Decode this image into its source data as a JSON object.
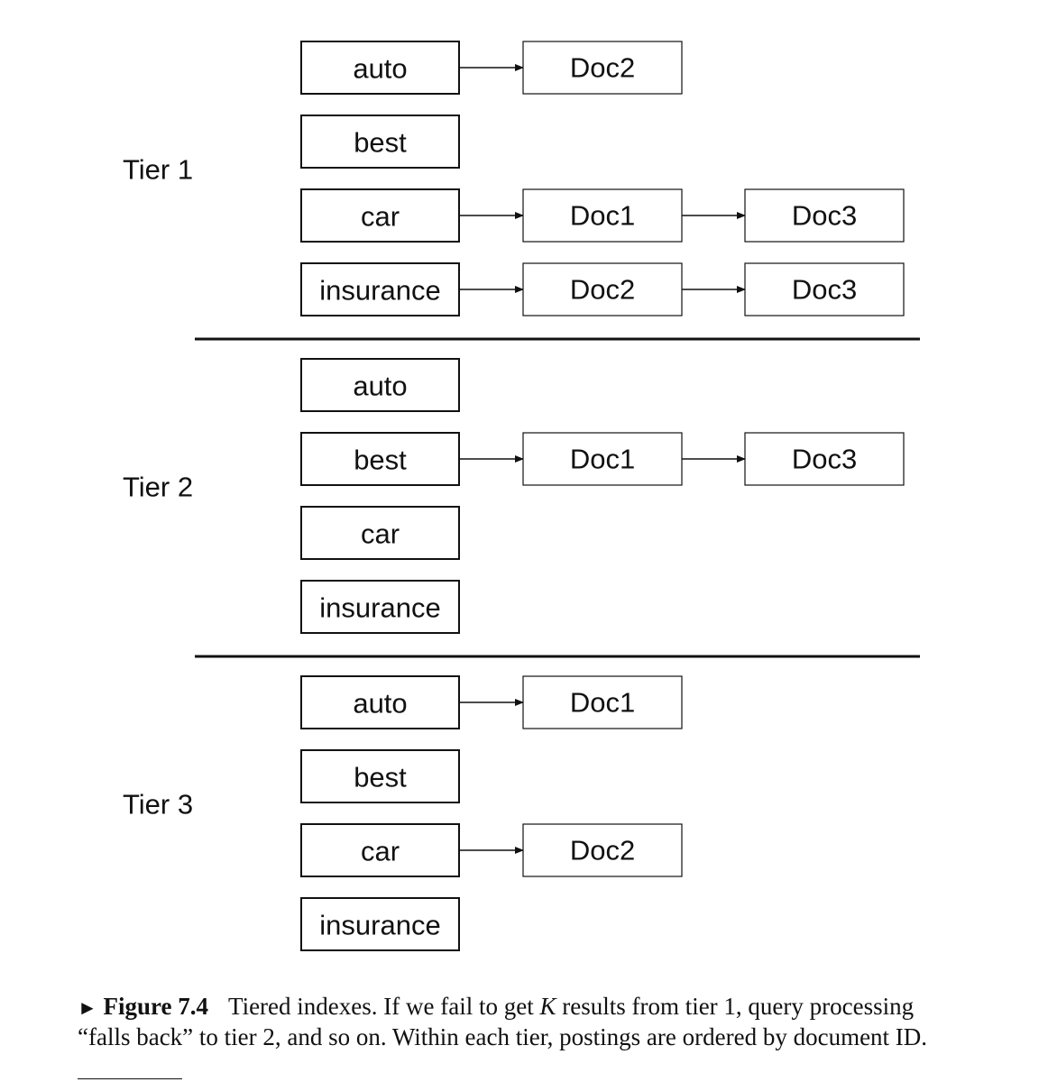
{
  "tiers": [
    {
      "label": "Tier 1",
      "rows": [
        {
          "term": "auto",
          "postings": [
            "Doc2"
          ]
        },
        {
          "term": "best",
          "postings": []
        },
        {
          "term": "car",
          "postings": [
            "Doc1",
            "Doc3"
          ]
        },
        {
          "term": "insurance",
          "postings": [
            "Doc2",
            "Doc3"
          ]
        }
      ]
    },
    {
      "label": "Tier 2",
      "rows": [
        {
          "term": "auto",
          "postings": []
        },
        {
          "term": "best",
          "postings": [
            "Doc1",
            "Doc3"
          ]
        },
        {
          "term": "car",
          "postings": []
        },
        {
          "term": "insurance",
          "postings": []
        }
      ]
    },
    {
      "label": "Tier 3",
      "rows": [
        {
          "term": "auto",
          "postings": [
            "Doc1"
          ]
        },
        {
          "term": "best",
          "postings": []
        },
        {
          "term": "car",
          "postings": [
            "Doc2"
          ]
        },
        {
          "term": "insurance",
          "postings": []
        }
      ]
    }
  ],
  "caption": {
    "marker": "►",
    "label": "Figure 7.4",
    "text_before_k": "Tiered indexes. If we fail to get ",
    "k": "K",
    "text_after_k": " results from tier 1, query processing “falls back” to tier 2, and so on. Within each tier, postings are ordered by document ID."
  }
}
